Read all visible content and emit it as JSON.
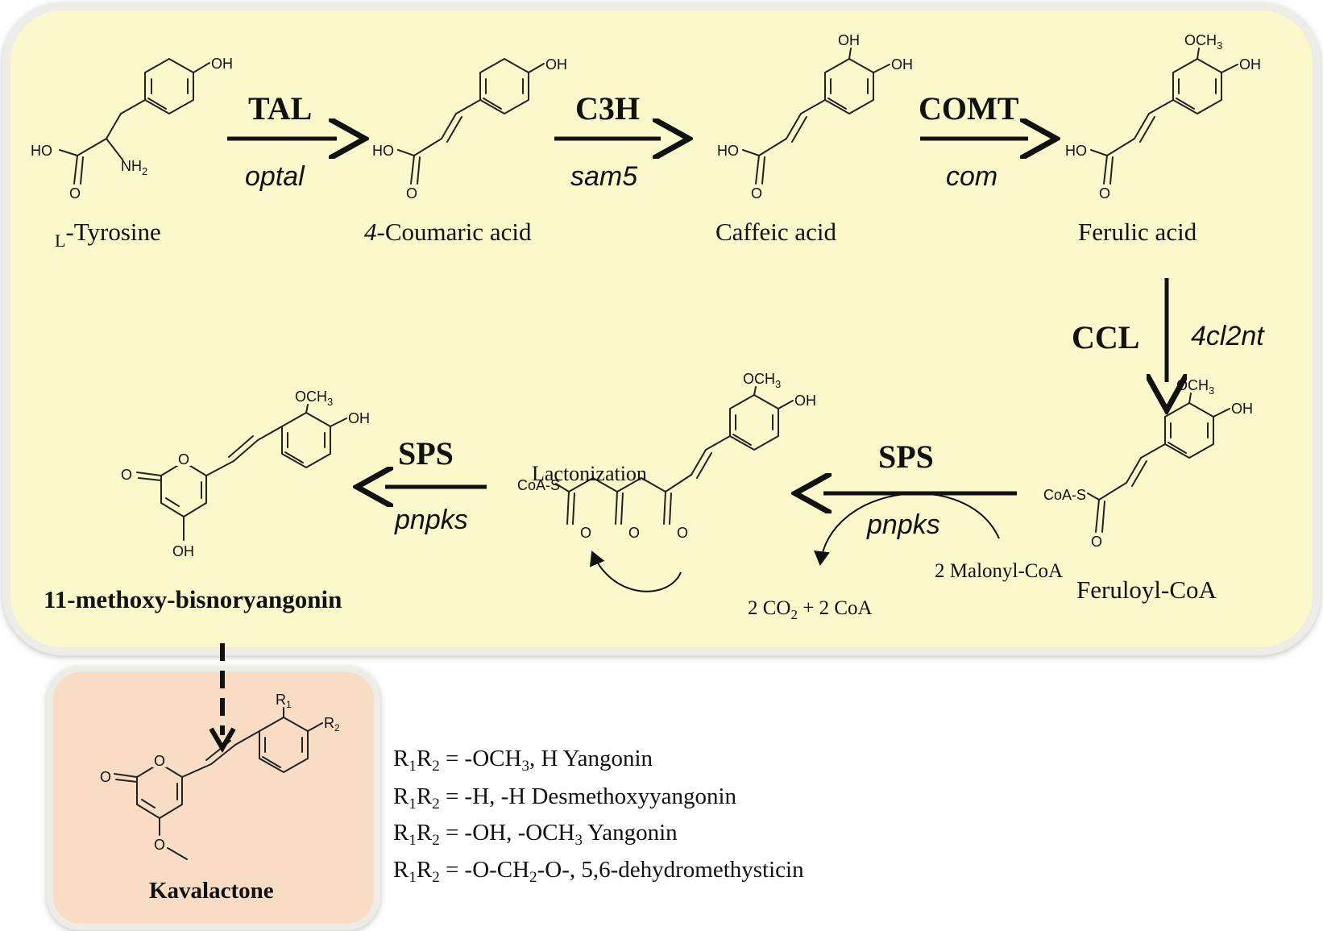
{
  "colors": {
    "panel": "#fbf8cc",
    "kava_panel": "#f9dcc4",
    "panel_border": "#e8e6dd",
    "ink": "#111111"
  },
  "compounds": {
    "tyrosine": {
      "prefix": "L",
      "name": "-Tyrosine"
    },
    "coumaric": {
      "prefix": "4",
      "name": "-Coumaric  acid"
    },
    "caffeic": {
      "name": "Caffeic  acid"
    },
    "ferulic": {
      "name": "Ferulic  acid"
    },
    "feruloyl": {
      "name": "Feruloyl-CoA"
    },
    "bisnoryangonin": {
      "name": "11-methoxy-bisnoryangonin"
    },
    "kavalactone": {
      "name": "Kavalactone"
    }
  },
  "steps": {
    "tal": {
      "enzyme": "TAL",
      "gene": "optal"
    },
    "c3h": {
      "enzyme": "C3H",
      "gene": "sam5"
    },
    "comt": {
      "enzyme": "COMT",
      "gene": "com"
    },
    "ccl": {
      "enzyme": "CCL",
      "gene": "4cl2nt"
    },
    "sps1": {
      "enzyme": "SPS",
      "gene": "pnpks"
    },
    "sps2": {
      "enzyme": "SPS",
      "gene": "pnpks"
    }
  },
  "labels": {
    "lactonization": "Lactonization",
    "malonyl": "2 Malonyl-CoA",
    "co2_a": "2 CO",
    "co2_sub": "2",
    "co2_b": " + 2 CoA"
  },
  "atoms": {
    "oh": "OH",
    "ho": "HO",
    "o": "O",
    "nh": "NH",
    "sub2": "2",
    "och": "OCH",
    "sub3": "3",
    "coas": "CoA-S",
    "r": "R",
    "sub1": "1"
  },
  "r_groups": [
    {
      "eq": " = -OCH",
      "sub": "3",
      "rest": ", H Yangonin"
    },
    {
      "eq": " = -H, -H Desmethoxyyangonin",
      "sub": "",
      "rest": ""
    },
    {
      "eq": " = -OH, -OCH",
      "sub": "3",
      "rest": " Yangonin"
    },
    {
      "eq": " = -O-CH",
      "sub": "2",
      "rest": "-O-, 5,6-dehydromethysticin"
    }
  ]
}
